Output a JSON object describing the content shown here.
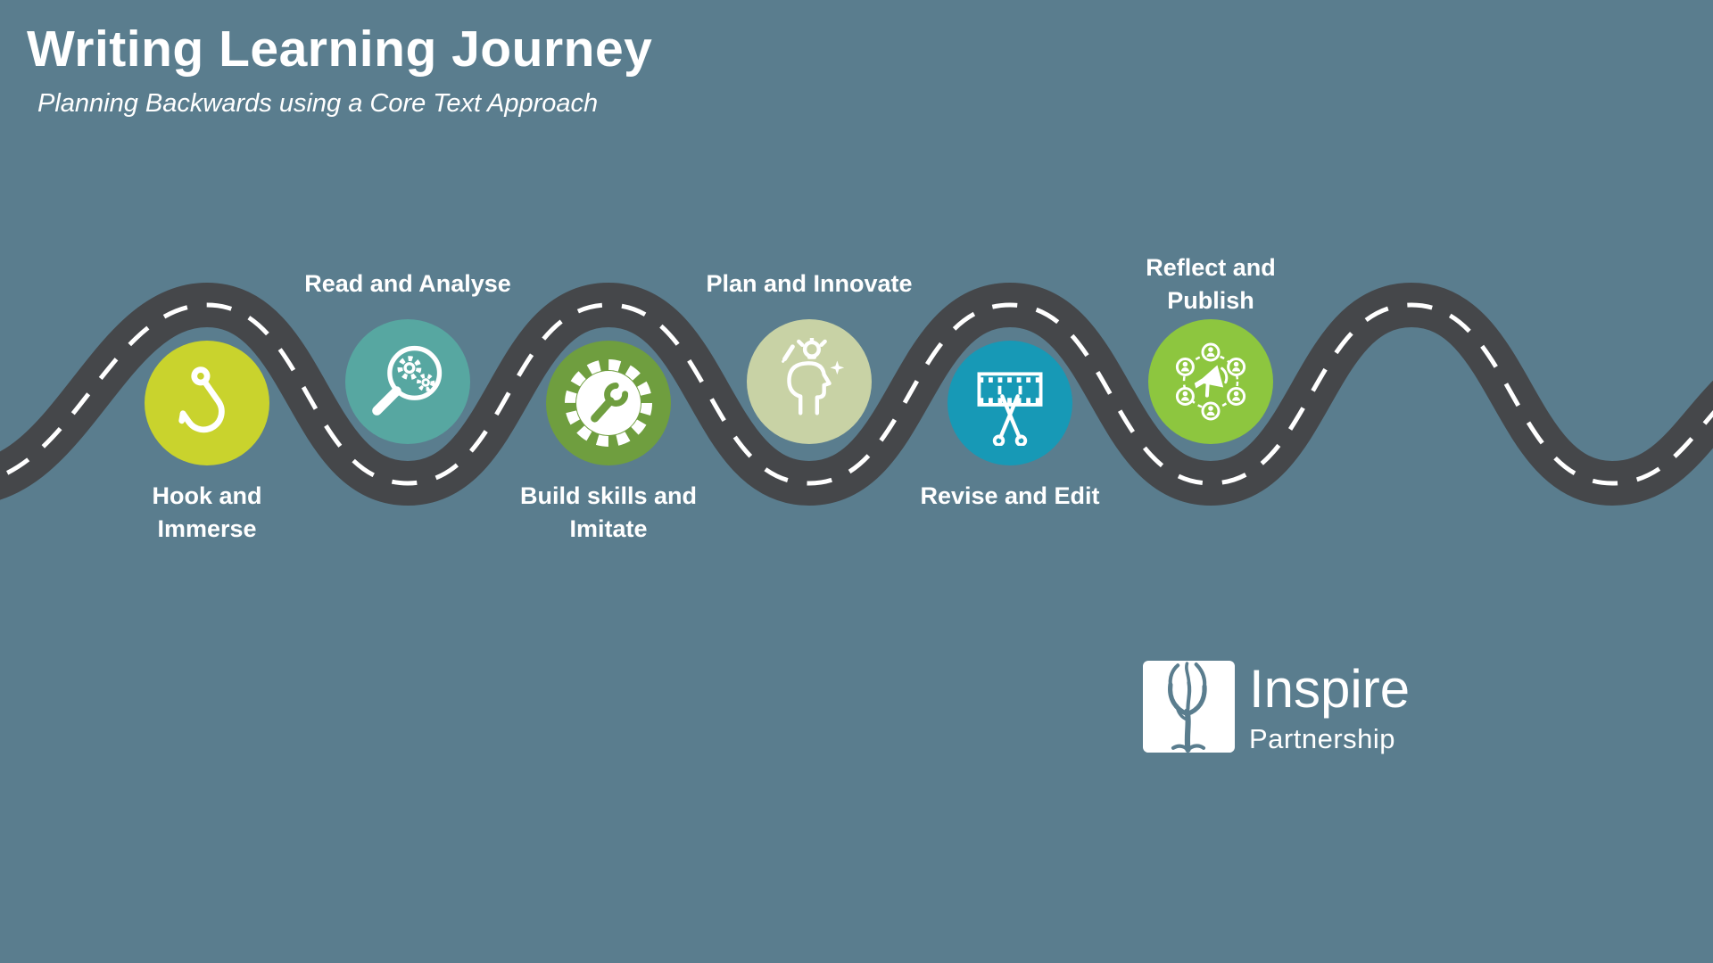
{
  "header": {
    "title": "Writing Learning Journey",
    "subtitle": "Planning Backwards using a Core Text Approach"
  },
  "colors": {
    "background": "#5a7d8e",
    "road": "#45474a",
    "road_line": "#ffffff",
    "text": "#ffffff"
  },
  "stages": [
    {
      "name": "hook-and-immerse",
      "lines": [
        "Hook and",
        "Immerse"
      ],
      "color": "#c9d32d",
      "icon": "fish-hook-icon",
      "label_position": "below"
    },
    {
      "name": "read-and-analyse",
      "lines": [
        "Read and Analyse"
      ],
      "color": "#57a7a1",
      "icon": "magnifier-gears-icon",
      "label_position": "above"
    },
    {
      "name": "build-skills-and-imitate",
      "lines": [
        "Build skills and",
        "Imitate"
      ],
      "color": "#6f9e3f",
      "icon": "gear-wrench-icon",
      "label_position": "below"
    },
    {
      "name": "plan-and-innovate",
      "lines": [
        "Plan and Innovate"
      ],
      "color": "#c8d2a5",
      "icon": "idea-head-icon",
      "label_position": "above"
    },
    {
      "name": "revise-and-edit",
      "lines": [
        "Revise and Edit"
      ],
      "color": "#1799b6",
      "icon": "film-scissors-icon",
      "label_position": "below"
    },
    {
      "name": "reflect-and-publish",
      "lines": [
        "Reflect and",
        "Publish"
      ],
      "color": "#8dc63f",
      "icon": "megaphone-people-icon",
      "label_position": "above"
    }
  ],
  "logo": {
    "brand": "Inspire",
    "tagline": "Partnership"
  }
}
